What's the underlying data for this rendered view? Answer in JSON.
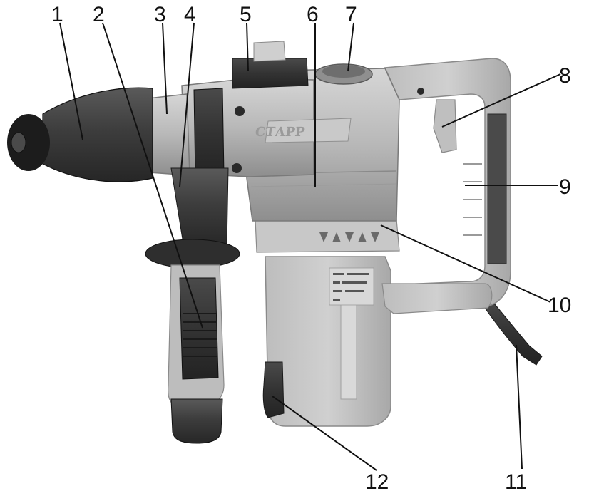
{
  "brand_logo": "СТАРР",
  "callouts": [
    {
      "id": 1,
      "label": "1"
    },
    {
      "id": 2,
      "label": "2"
    },
    {
      "id": 3,
      "label": "3"
    },
    {
      "id": 4,
      "label": "4"
    },
    {
      "id": 5,
      "label": "5"
    },
    {
      "id": 6,
      "label": "6"
    },
    {
      "id": 7,
      "label": "7"
    },
    {
      "id": 8,
      "label": "8"
    },
    {
      "id": 9,
      "label": "9"
    },
    {
      "id": 10,
      "label": "10"
    },
    {
      "id": 11,
      "label": "11"
    },
    {
      "id": 12,
      "label": "12"
    }
  ],
  "colors": {
    "body_light": "#c9c9c9",
    "body_mid": "#a9a9a9",
    "metal": "#b4b4b4",
    "rubber_dark": "#3a3a3a",
    "rubber_black": "#1c1c1c",
    "line": "#111111"
  }
}
